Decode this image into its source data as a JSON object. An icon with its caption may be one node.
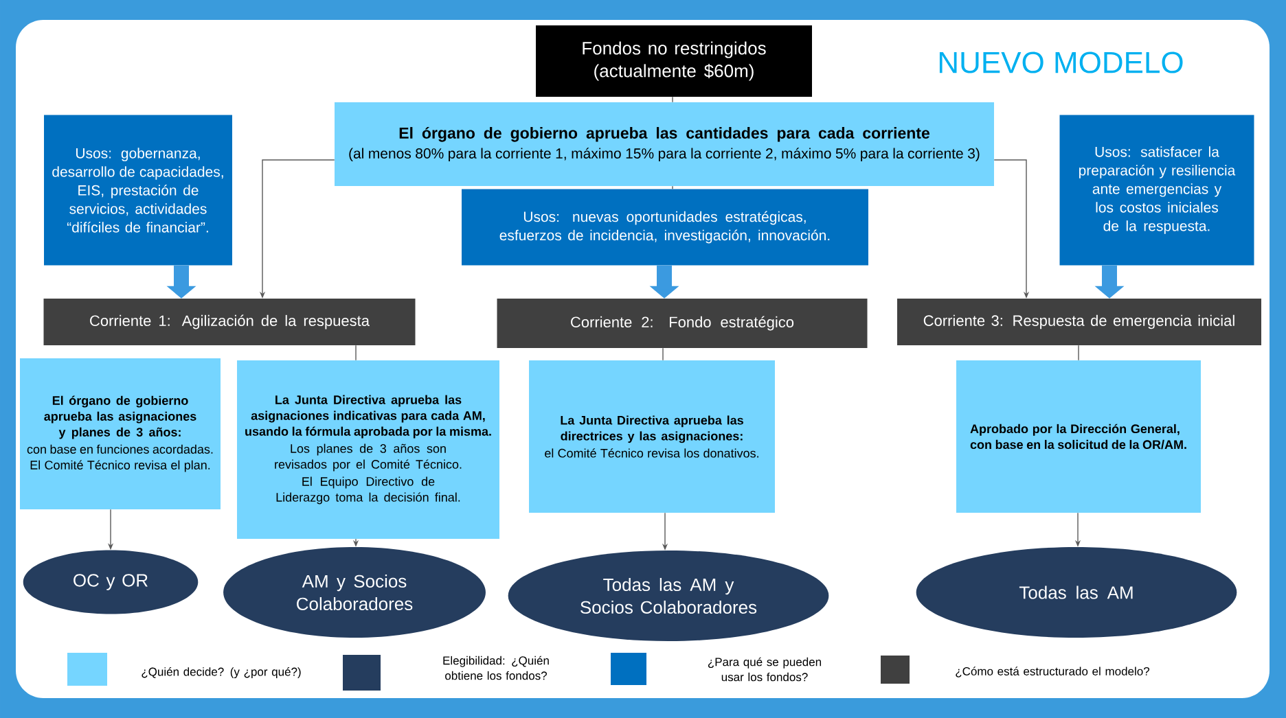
{
  "diagram": {
    "title": "NUEVO MODELO",
    "nodes": [
      {
        "text": [
          "Fondos no restringidos (actualmente $60m)"
        ]
      },
      {
        "text": [
          "El órgano de gobierno aprueba las cantidades para cada corriente",
          "(al menos 80% para la corriente 1, máximo 15% para la corriente 2, máximo 5% para la corriente 3)"
        ]
      },
      {
        "text": [
          "Usos: gobernanza, desarrollo de capacidades, EIS, prestación de servicios, actividades “difíciles de financiar”."
        ]
      },
      {
        "text": [
          "Usos: nuevas oportunidades estratégicas, esfuerzos de incidencia, investigación, innovación."
        ]
      },
      {
        "text": [
          "Usos: satisfacer la preparación y resiliencia ante emergencias y los costos iniciales de la respuesta."
        ]
      },
      {
        "text": [
          "Corriente 1: Agilización de la respuesta"
        ]
      },
      {
        "text": [
          "Corriente 2: Fondo estratégico"
        ]
      },
      {
        "text": [
          "Corriente 3: Respuesta de emergencia inicial"
        ]
      },
      {
        "text": [
          "El órgano de gobierno aprueba las asignaciones y planes de 3 años:",
          "con base en funciones acordadas. El Comité Técnico revisa el plan."
        ]
      },
      {
        "text": [
          "La Junta Directiva aprueba las asignaciones indicativas para cada AM, usando la fórmula aprobada por la misma.",
          "Los planes de 3 años son revisados por el Comité Técnico.",
          "El Equipo Directivo de Liderazgo toma la decisión final."
        ]
      },
      {
        "text": [
          "La Junta Directiva aprueba las directrices y las asignaciones:",
          "el Comité Técnico revisa los donativos."
        ]
      },
      {
        "text": [
          "Aprobado por la Dirección General, con base en la solicitud de la OR/AM."
        ]
      },
      {
        "text": [
          "OC y OR"
        ]
      },
      {
        "text": [
          "AM y Socios Colaboradores"
        ]
      },
      {
        "text": [
          "Todas las AM y Socios Colaboradores"
        ]
      },
      {
        "text": [
          "Todas las AM"
        ]
      }
    ],
    "edges": [
      {
        "from": 0,
        "to": 1,
        "arrow": "none"
      },
      {
        "from": 1,
        "to": 3,
        "arrow": "none"
      },
      {
        "from": 1,
        "to": 5,
        "arrow": "to"
      },
      {
        "from": 1,
        "to": 7,
        "arrow": "to"
      },
      {
        "from": 2,
        "to": 5,
        "arrow": "to",
        "style": "thick",
        "color": "#3b9ae0"
      },
      {
        "from": 3,
        "to": 6,
        "arrow": "to",
        "style": "thick",
        "color": "#3b9ae0"
      },
      {
        "from": 4,
        "to": 7,
        "arrow": "to",
        "style": "thick",
        "color": "#3b9ae0"
      },
      {
        "from": 5,
        "to": 9,
        "arrow": "none"
      },
      {
        "from": 6,
        "to": 10,
        "arrow": "none"
      },
      {
        "from": 7,
        "to": 11,
        "arrow": "none"
      },
      {
        "from": 8,
        "to": 12,
        "arrow": "to"
      },
      {
        "from": 9,
        "to": 13,
        "arrow": "to"
      },
      {
        "from": 10,
        "to": 14,
        "arrow": "to"
      },
      {
        "from": 11,
        "to": 15,
        "arrow": "to"
      }
    ],
    "legend": [
      {
        "text": "¿Quién decide? (y ¿por qué?)",
        "color": "#75d5ff"
      },
      {
        "text": "Elegibilidad: ¿Quién obtiene los fondos?",
        "color": "#253d5e"
      },
      {
        "text": "¿Para qué se pueden usar los fondos?",
        "color": "#0070c0"
      },
      {
        "text": "¿Cómo está estructurado el modelo?",
        "color": "#404040"
      }
    ]
  }
}
